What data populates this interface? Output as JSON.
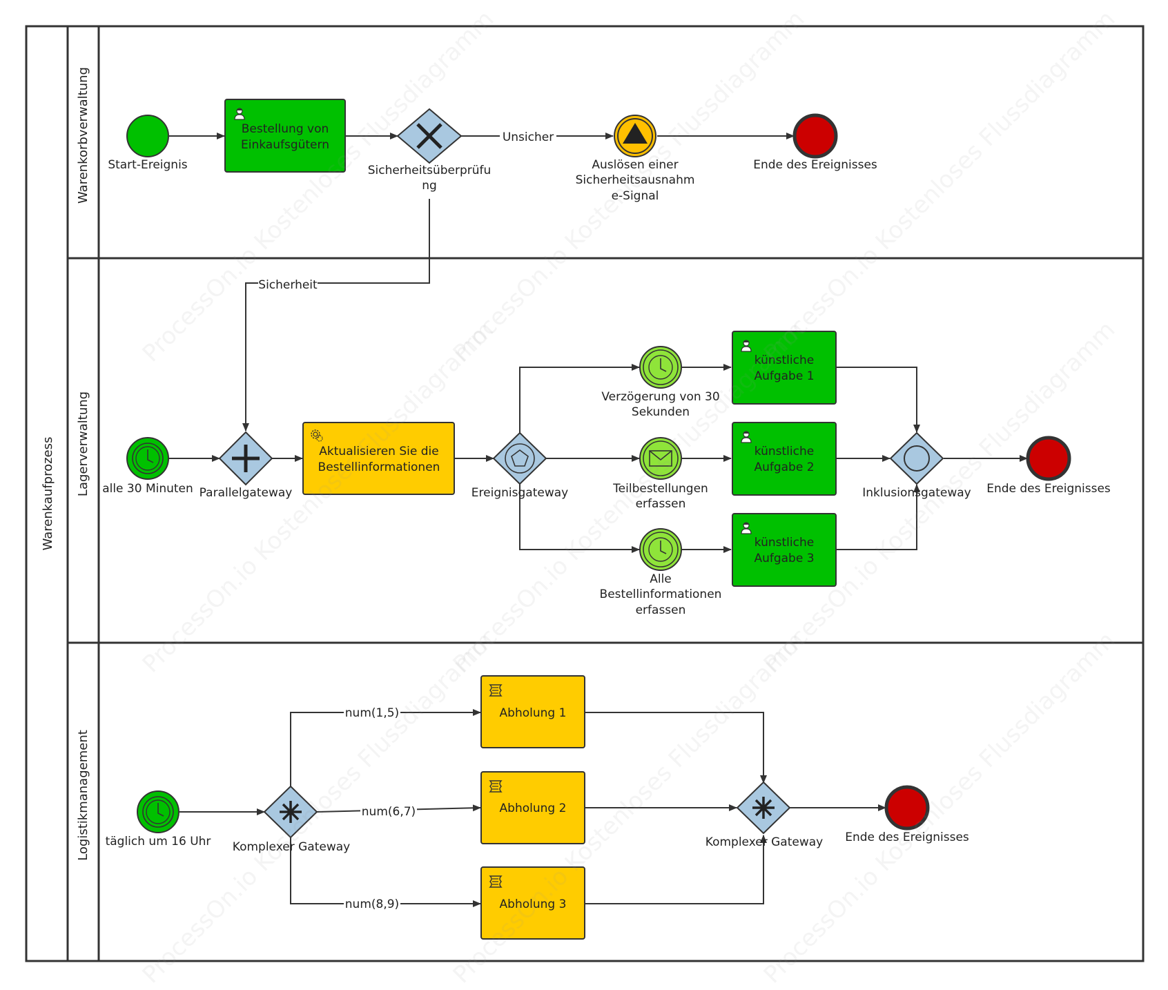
{
  "pool": {
    "label": "Warenkaufprozess"
  },
  "lanes": [
    {
      "label": "Warenkorbverwaltung"
    },
    {
      "label": "Lagerverwaltung"
    },
    {
      "label": "Logistikmanagement"
    }
  ],
  "lane1": {
    "start": "Start-Ereignis",
    "task": [
      "Bestellung von",
      "Einkaufsgütern"
    ],
    "gateway": [
      "Sicherheitsüberprüfu",
      "ng"
    ],
    "edge_unsicher": "Unsicher",
    "signal": [
      "Auslösen einer",
      "Sicherheitsausnahm",
      "e-Signal"
    ],
    "end": "Ende des Ereignisses"
  },
  "lane2": {
    "edge_sicherheit": "Sicherheit",
    "timer_start": "alle 30 Minuten",
    "parallel": "Parallelgateway",
    "service_task": [
      "Aktualisieren Sie die",
      "Bestellinformationen"
    ],
    "event_gateway": "Ereignisgateway",
    "timer1": [
      "Verzögerung von 30",
      "Sekunden"
    ],
    "message": [
      "Teilbestellungen",
      "erfassen"
    ],
    "timer2": [
      "Alle",
      "Bestellinformationen",
      "erfassen"
    ],
    "task1": [
      "künstliche",
      "Aufgabe 1"
    ],
    "task2": [
      "künstliche",
      "Aufgabe 2"
    ],
    "task3": [
      "künstliche",
      "Aufgabe 3"
    ],
    "inclusive": "Inklusionsgateway",
    "end": "Ende des Ereignisses"
  },
  "lane3": {
    "timer_start": "täglich um 16 Uhr",
    "complex1": "Komplexer Gateway",
    "edge1": "num(1,5)",
    "edge2": "num(6,7)",
    "edge3": "num(8,9)",
    "task1": "Abholung 1",
    "task2": "Abholung 2",
    "task3": "Abholung 3",
    "complex2": "Komplexer Gateway",
    "end": "Ende des Ereignisses"
  },
  "watermark": "ProcessOn.io Kostenloses Flussdiagramm",
  "colors": {
    "green_task": "#00c000",
    "yellow_task": "#ffcc00",
    "start_green": "#00c000",
    "end_red": "#cc0000",
    "gateway_blue": "#a9c8e0",
    "intermediate_green": "#8fe43a",
    "signal_yellow": "#ffc000",
    "line": "#333333"
  }
}
